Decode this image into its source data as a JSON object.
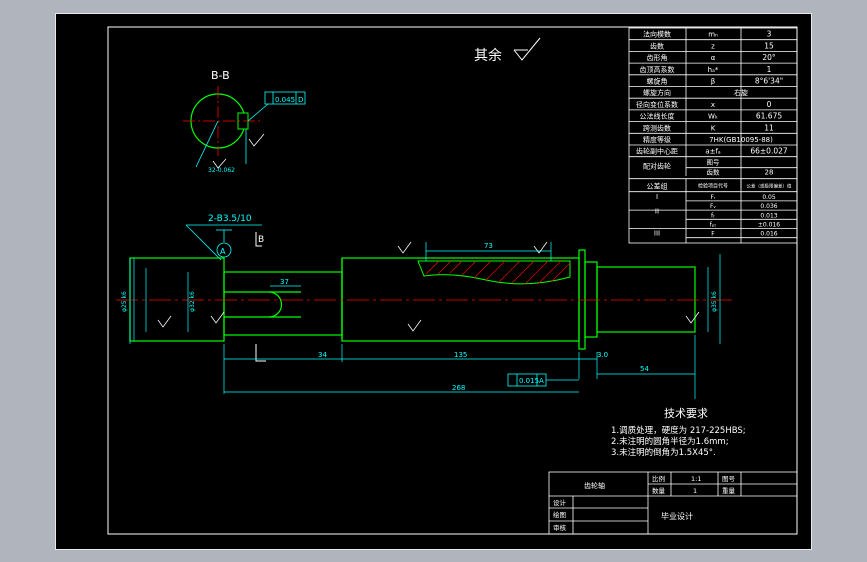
{
  "note_rest": "其余",
  "section": {
    "label": "B-B",
    "tolerance_sym": "/",
    "tolerance_val": "0.045",
    "tolerance_ref": "D",
    "dim": "32-0.062"
  },
  "centre_hole": {
    "label": "2-B3.5/10",
    "datum": "A",
    "marker": "B"
  },
  "gear_table": [
    [
      "法向模数",
      "mₙ",
      "3"
    ],
    [
      "齿数",
      "z",
      "15"
    ],
    [
      "齿形角",
      "α",
      "20°"
    ],
    [
      "齿顶高系数",
      "hₐ*",
      "1"
    ],
    [
      "螺旋角",
      "β",
      "8°6'34\""
    ],
    [
      "螺旋方向",
      "",
      "右旋"
    ],
    [
      "径向变位系数",
      "x",
      "0"
    ],
    [
      "公法线长度",
      "Wₖ",
      "61.675"
    ],
    [
      "跨测齿数",
      "K",
      "11"
    ],
    [
      "精度等级",
      "7HK(GB10095-88)",
      ""
    ],
    [
      "齿轮副中心距",
      "a±fₐ",
      "66±0.027"
    ]
  ],
  "mating": {
    "label": "配对齿轮",
    "r1": "图号",
    "r2": "齿数",
    "r2_val": "28"
  },
  "tol_group": {
    "title": "公差组",
    "h1": "检验项目代号",
    "h2": "公差（或极限偏差）值",
    "rows": [
      [
        "I",
        "Fᵣ",
        "0.05"
      ],
      [
        "",
        "Fᵥ",
        "0.036"
      ],
      [
        "II",
        "fₜ",
        "0.013"
      ],
      [
        "",
        "fₚₜ",
        "±0.016"
      ],
      [
        "III",
        "F",
        "0.016"
      ]
    ]
  },
  "dims": {
    "d_73": "73",
    "d_37": "37",
    "d_34": "34",
    "d_135": "135",
    "d_3": "3.0",
    "d_54": "54",
    "d_total": "268",
    "runout": "0.015",
    "runout_ref": "A",
    "dia_left": "φ25 k6",
    "dia_key": "φ32 k6",
    "dia_right": "φ35 k6"
  },
  "tech_req": {
    "title": "技术要求",
    "items": [
      "1.调质处理，硬度为 217-225HBS;",
      "2.未注明的圆角半径为1.6mm;",
      "3.未注明的倒角为1.5X45°."
    ]
  },
  "title_block": {
    "part": "齿轮轴",
    "scale_label": "比例",
    "scale_val": "1:1",
    "drawing_no_label": "图号",
    "qty_label": "数量",
    "qty_val": "1",
    "weight_label": "重量",
    "design": "设计",
    "drawing": "绘图",
    "check": "审核",
    "project": "毕业设计"
  },
  "colors": {
    "frame": "#ffffff",
    "part": "#00ff00",
    "dims": "#00ffff",
    "center": "#ff0000",
    "text": "#ffffff"
  }
}
